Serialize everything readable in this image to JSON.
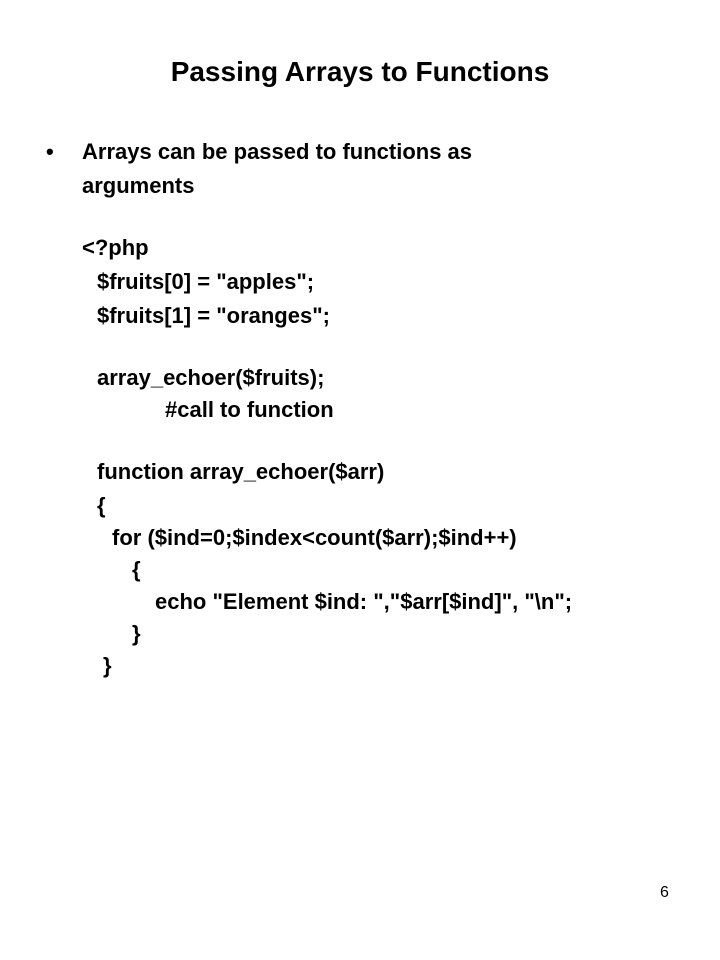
{
  "slide": {
    "title": "Passing Arrays to Functions",
    "bullet_symbol": "•",
    "bullet_lines": [
      "Arrays can be passed to functions as",
      "arguments"
    ],
    "code_lines": [
      "<?php",
      "$fruits[0] = \"apples\";",
      "$fruits[1] = \"oranges\";",
      "array_echoer($fruits);",
      "#call to function",
      "function array_echoer($arr)",
      "{",
      "for ($ind=0;$index<count($arr);$ind++)",
      "{",
      "echo \"Element $ind: \",\"$arr[$ind]\", \"\\n\";",
      "}",
      "}"
    ],
    "page_number": "6"
  }
}
